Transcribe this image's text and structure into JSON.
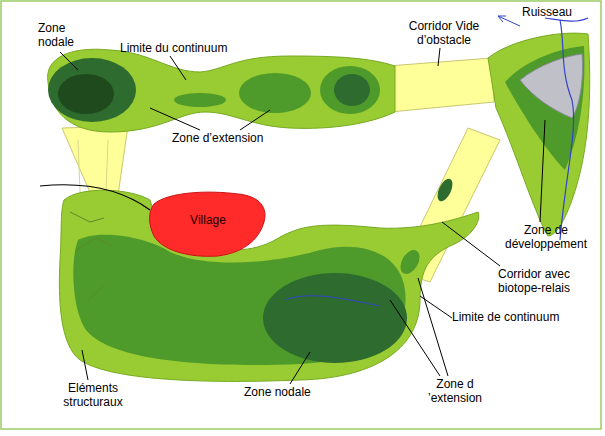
{
  "diagram": {
    "nodes": [
      {
        "text": [
          "Village"
        ]
      }
    ],
    "labels": [
      "Zone nodale",
      "Limite du continuum",
      "Corridor Vide d’obstacle",
      "Ruisseau",
      "Zone d’extension",
      "Zone de développement",
      "Corridor avec biotope-relais",
      "Limite de continuum",
      "Eléments structuraux",
      "Zone nodale",
      "Zone d ’extension"
    ]
  }
}
